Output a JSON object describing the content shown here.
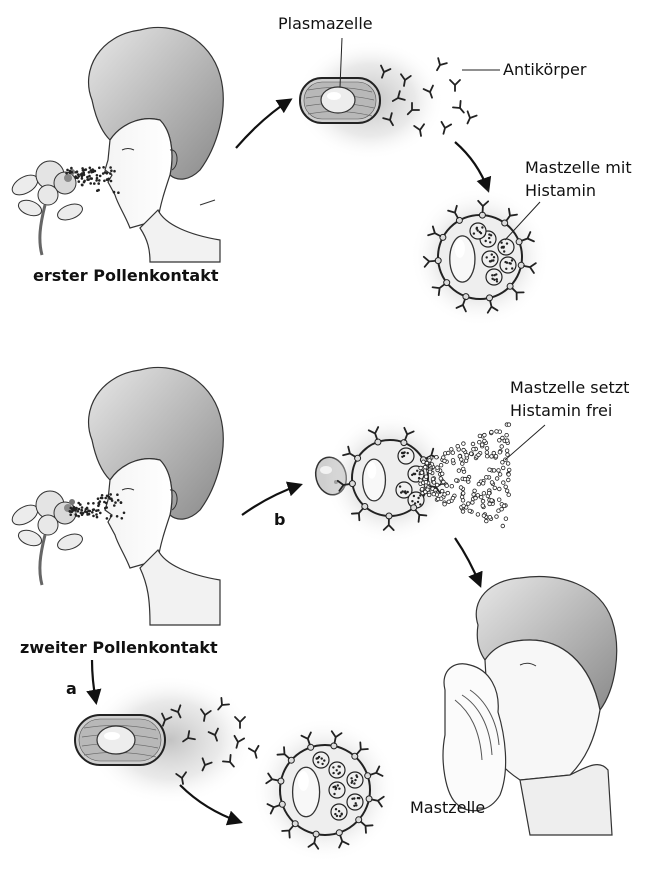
{
  "labels": {
    "plasmazelle": "Plasmazelle",
    "antikoerper": "Antikörper",
    "mastzelle_mit_line1": "Mastzelle mit",
    "mastzelle_mit_line2": "Histamin",
    "erster_kontakt": "erster Pollenkontakt",
    "setzt_line1": "Mastzelle setzt",
    "setzt_line2": "Histamin frei",
    "zweiter_kontakt": "zweiter Pollenkontakt",
    "arrow_a": "a",
    "arrow_b": "b",
    "mastzelle": "Mastzelle"
  }
}
